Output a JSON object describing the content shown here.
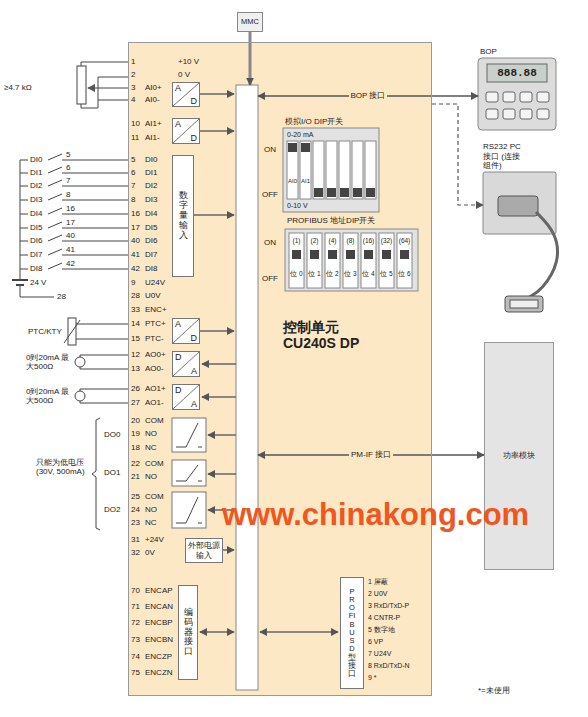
{
  "diagram": {
    "nodes": [
      {
        "text": [
          "MMC"
        ]
      },
      {
        "text": [
          "控制单元 CU240S DP"
        ]
      },
      {
        "text": [
          "A",
          "D"
        ],
        "in": 1
      },
      {
        "text": [
          "A",
          "D"
        ],
        "in": 1
      },
      {
        "text": [
          "数字量输入"
        ],
        "in": 1
      },
      {
        "text": [
          "A",
          "D"
        ],
        "in": 1
      },
      {
        "text": [
          "D",
          "A"
        ],
        "in": 1
      },
      {
        "text": [
          "D",
          "A"
        ],
        "in": 1
      },
      {
        "text": [
          "外部电源输入"
        ],
        "in": 1
      },
      {
        "text": [
          "编码器接口"
        ],
        "in": 1
      },
      {
        "text": [
          "PROFIBUS D 型接口"
        ],
        "in": 1
      },
      {
        "text": [
          "BOP",
          "888.88"
        ]
      },
      {
        "text": [
          "RS232 PC 接口 (连接组件)"
        ]
      },
      {
        "text": [
          "功率模块"
        ]
      }
    ],
    "edges": [
      {
        "from": 0,
        "to": 1,
        "arrow": "to"
      },
      {
        "from": 1,
        "to": 11,
        "arrow": "both",
        "label": "BOP 接口"
      },
      {
        "from": 1,
        "to": 12,
        "arrow": "to"
      },
      {
        "from": 1,
        "to": 13,
        "arrow": "both",
        "label": "PM-IF 接口"
      }
    ],
    "labels": [
      "1",
      "+10 V",
      "2",
      "0 V",
      "3",
      "AI0+",
      "4",
      "AI0-",
      "10",
      "AI1+",
      "11",
      "AI1-",
      "5",
      "DI0",
      "6",
      "DI1",
      "7",
      "DI2",
      "8",
      "DI3",
      "16",
      "DI4",
      "17",
      "DI5",
      "40",
      "DI6",
      "41",
      "DI7",
      "42",
      "DI8",
      "9",
      "U24V",
      "28",
      "U0V",
      "33",
      "ENC+",
      "14",
      "PTC+",
      "15",
      "PTC-",
      "12",
      "AO0+",
      "13",
      "AO0-",
      "26",
      "AO1+",
      "27",
      "AO1-",
      "20",
      "COM",
      "19",
      "NO",
      "18",
      "NC",
      "22",
      "COM",
      "21",
      "NO",
      "25",
      "COM",
      "24",
      "NO",
      "23",
      "NC",
      "31",
      "+24V",
      "32",
      "0V",
      "70",
      "ENCAP",
      "71",
      "ENCAN",
      "72",
      "ENCBP",
      "73",
      "ENCBN",
      "74",
      "ENCZP",
      "75",
      "ENCZN",
      "≥4.7 kΩ",
      "DI0",
      "5",
      "DI1",
      "6",
      "DI2",
      "7",
      "DI3",
      "8",
      "DI4",
      "16",
      "DI5",
      "17",
      "DI6",
      "40",
      "DI7",
      "41",
      "DI8",
      "42",
      "24 V",
      "28",
      "PTC/KTY",
      "0到20mA 最大500Ω",
      "0到20mA 最大500Ω",
      "DO0",
      "DO1",
      "DO2",
      "只能为低电压 (30V, 500mA)",
      "模拟I/O DIP开关",
      "ON",
      "OFF",
      "0-20 mA",
      "0-10 V",
      "AI0",
      "AI1",
      "PROFIBUS 地址DIP开关",
      "ON",
      "OFF",
      "(1)",
      "(2)",
      "(4)",
      "(8)",
      "(16)",
      "(32)",
      "(64)",
      "位 0",
      "位 1",
      "位 2",
      "位 3",
      "位 4",
      "位 5",
      "位 6",
      "1 屏蔽",
      "2 U0V",
      "3 RxD/TxD-P",
      "4 CNTR-P",
      "5 数字地",
      "6 VP",
      "7 U24V",
      "8 RxD/TxD-N",
      "9 *",
      "*=未使用",
      "www.chinakong.com"
    ]
  }
}
